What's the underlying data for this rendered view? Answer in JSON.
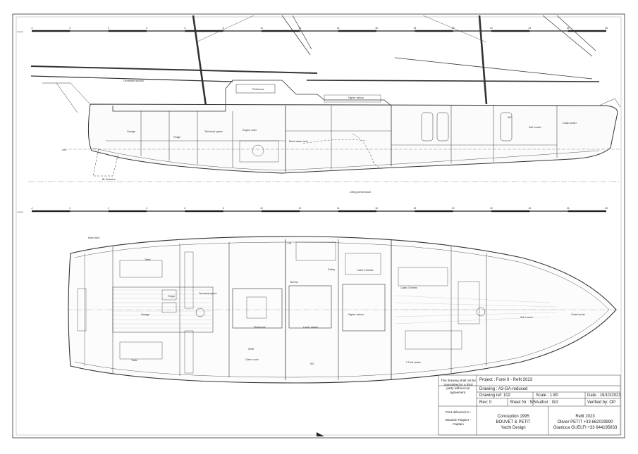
{
  "drawing": {
    "profile_labels": {
      "centerline": "Centerline section",
      "pilothouse": "Pilothouse",
      "higher_saloon": "Higher saloon",
      "garage": "Garage",
      "fridge": "Fridge",
      "technical_space": "Technical space",
      "engine_room": "Engine room",
      "black_water_tank": "Black water tank",
      "wc": "WC",
      "sail_locker": "Sail Locker",
      "chain_locker": "Chain locker",
      "dwl": "DWL",
      "bl": "BL Baseline",
      "lifting_centerboard": "Lifting centerboard"
    },
    "plan_labels": {
      "main_deck": "Main deck",
      "table": "Table",
      "technical_space": "Technical space",
      "garage": "Garage",
      "fridge": "Fridge",
      "pilothouse": "Pilothouse",
      "berths": "Berths",
      "lower_saloon": "Lower saloon",
      "higher_saloon": "Higher saloon",
      "sail_locker": "Sail Locker",
      "chain_locker": "Chain locker",
      "cabin_2_berths": "Cabin 2 Berths",
      "cabin_3_berths": "Cabin 3 Berths",
      "galley": "Galley",
      "wc": "WC",
      "shelf": "Shelf",
      "clean_room": "Clean room",
      "fold_berths": "2 Fold berths",
      "lift": "Lift"
    },
    "ruler_top": [
      "-2",
      "0",
      "2",
      "4",
      "6",
      "8",
      "10",
      "12",
      "14",
      "16",
      "18",
      "20",
      "22",
      "24",
      "26",
      "28"
    ],
    "ruler_label": "meters"
  },
  "title_block": {
    "note": "This drawing shall not be transmitted to a third party without our agreement.",
    "print_delivered_to": "Print delivered to :",
    "recipient": "Baudoin Paquier - Captain",
    "project": "Project : Forel II - Refit 2023",
    "drawing": "Drawing : A3-GA-reduced",
    "drawing_ref": "Drawing ref: 102",
    "scale": "Scale : 1:80",
    "date": "Date : 19/10/2023",
    "rev": "Rev: 0",
    "sheet": "Sheet Nr : 5/5",
    "author": "Author : GG",
    "verified": "Verified by: OP",
    "conception": "Conception 1995",
    "designer": "BOUVET & PETIT",
    "studio": "Yacht Design",
    "refit": "Refit 2023",
    "contact1": "Olivier PETIT +33 662029990",
    "contact2": "Gianluca GUELFI +33 644195833"
  }
}
